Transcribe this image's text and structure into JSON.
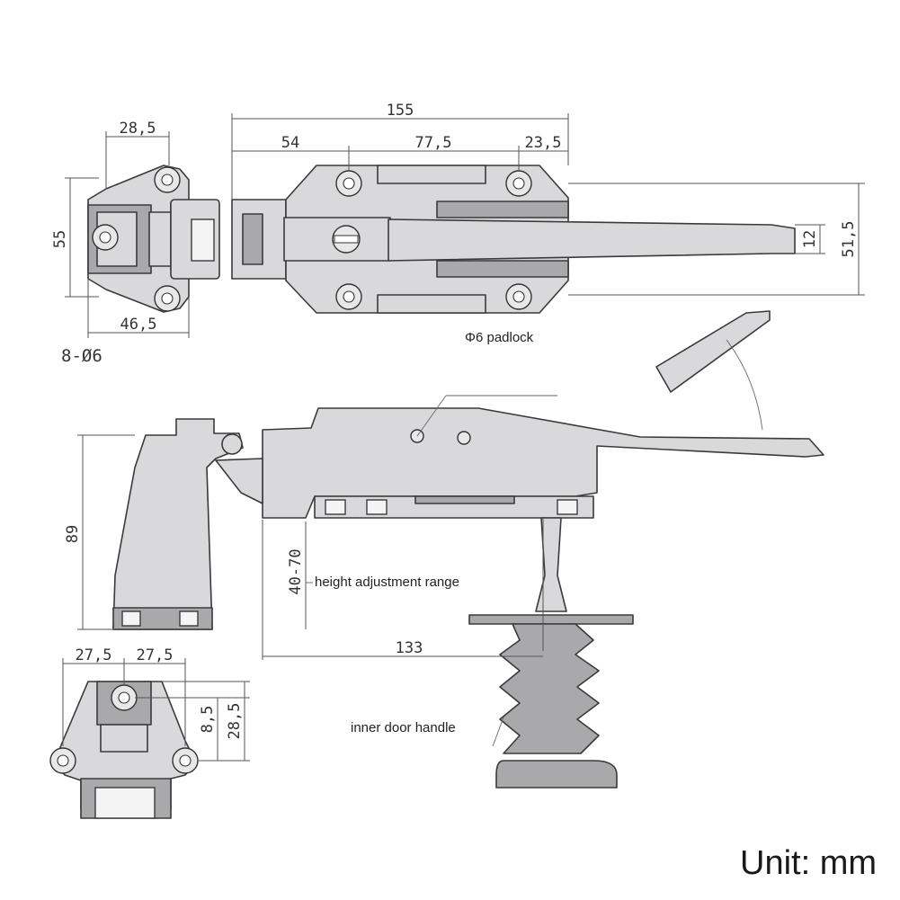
{
  "top_view": {
    "overall_length": "155",
    "segment_left": "54",
    "segment_mid": "77,5",
    "segment_right": "23,5",
    "overall_width": "51,5",
    "handle_tip": "12",
    "strike_width": "28,5",
    "strike_height": "55",
    "strike_base": "46,5",
    "holes_note": "8-Ø6"
  },
  "side_view": {
    "padlock_label": "Φ6 padlock",
    "strike_height": "89",
    "adjust_range_value": "40-70",
    "adjust_range_label": "height adjustment range",
    "reach_length": "133",
    "inner_handle_label": "inner door handle"
  },
  "end_view": {
    "half_left": "27,5",
    "half_right": "27,5",
    "hole_offset": "8,5",
    "body_height": "28,5"
  },
  "unit_label": "Unit: mm"
}
